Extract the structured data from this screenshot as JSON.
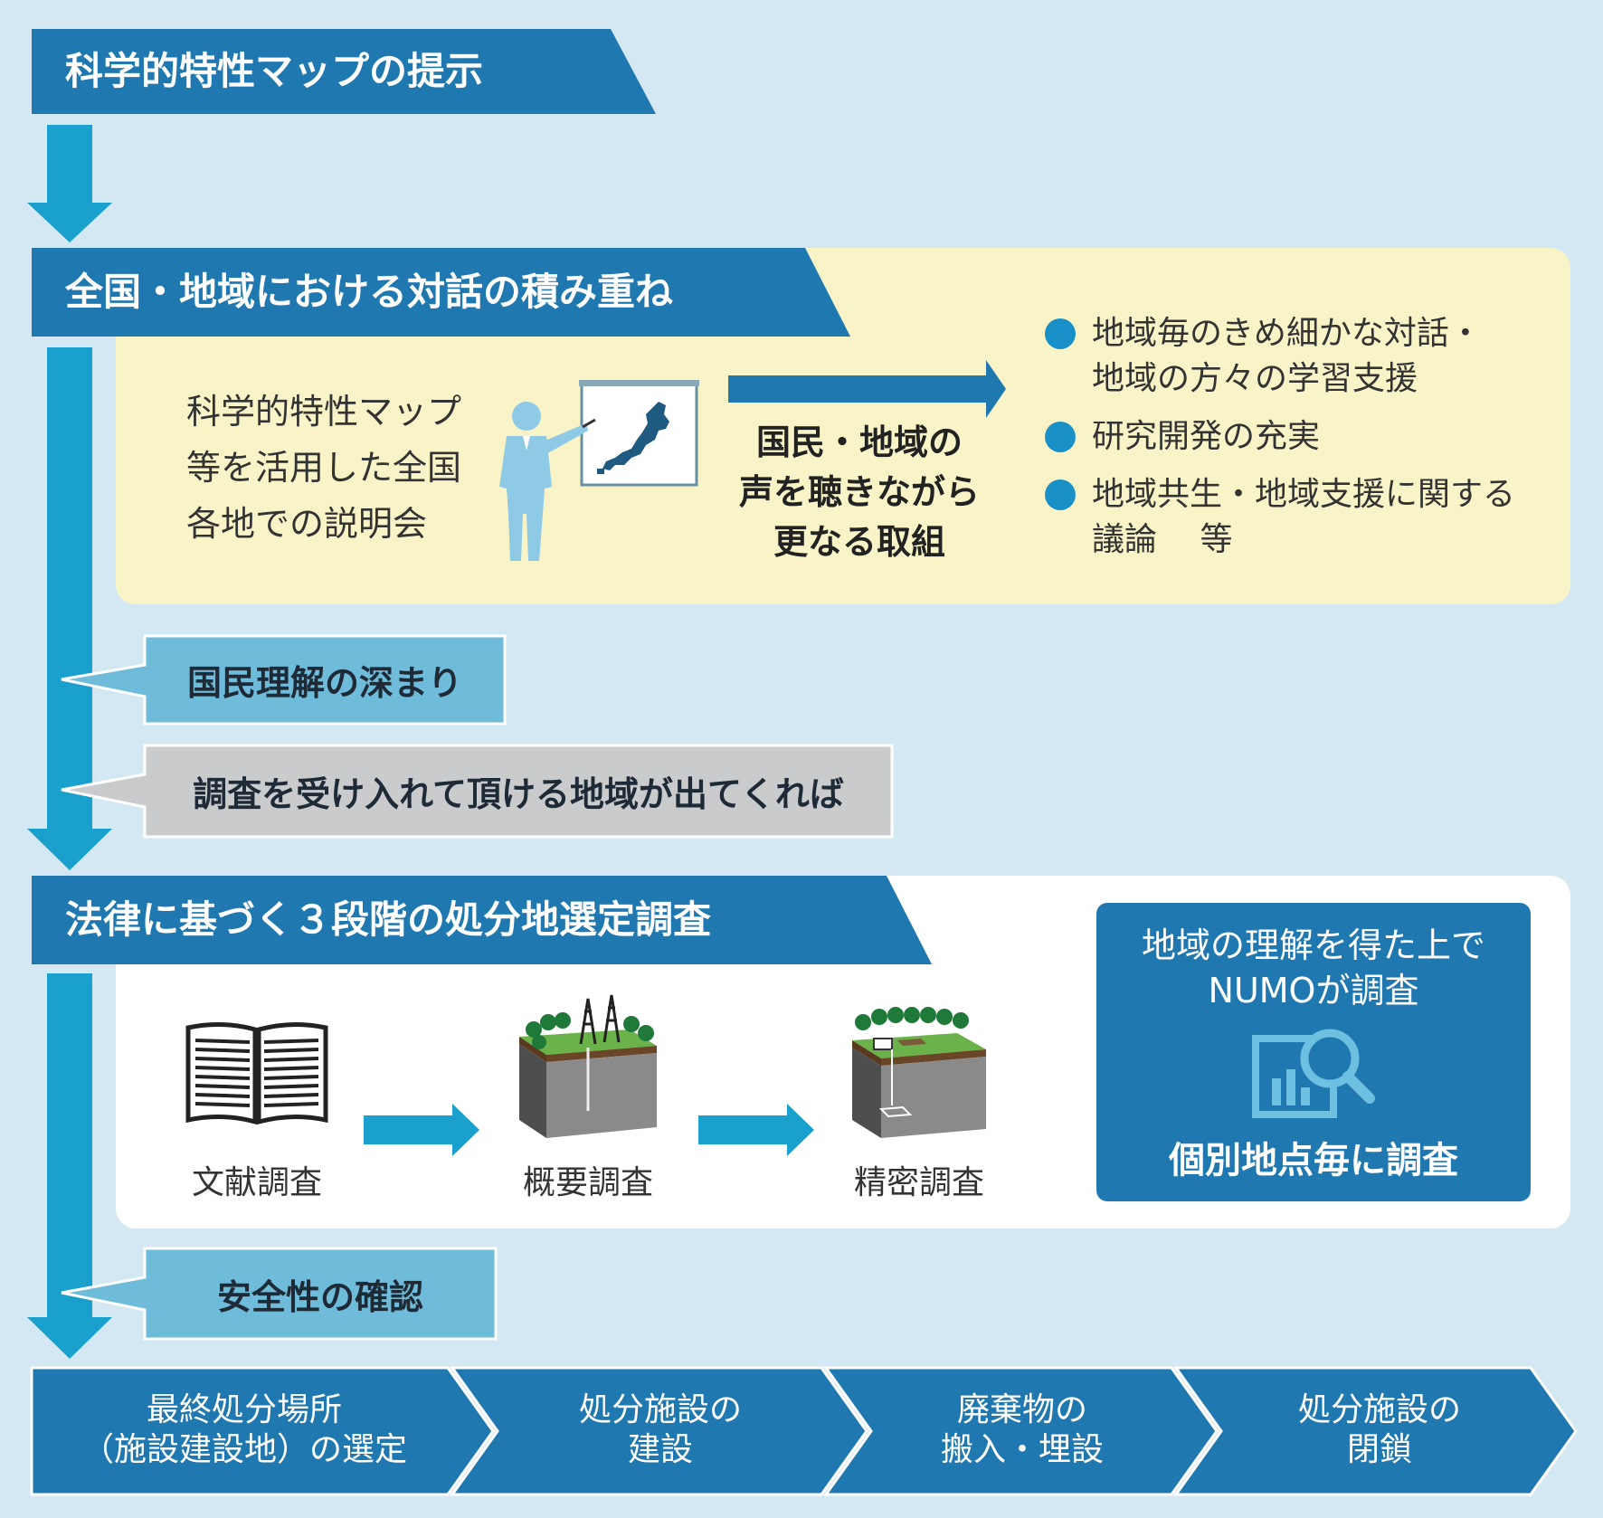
{
  "colors": {
    "background": "#d3e8f2",
    "header_blue": "#1f78b0",
    "flow_arrow": "#1aa0cc",
    "yellow_panel": "#f8f4c8",
    "callout_blue": "#6ebbda",
    "callout_gray": "#c9cbcc",
    "bullet_blue": "#1a90c8"
  },
  "step1": {
    "title": "科学的特性マップの提示"
  },
  "step2": {
    "title": "全国・地域における対話の積み重ね",
    "left_lines": [
      "科学的特性マップ",
      "等を活用した全国",
      "各地での説明会"
    ],
    "presenter_icon": "presenter-with-japan-map-icon",
    "center_lines": [
      "国民・地域の",
      "声を聴きながら",
      "更なる取組"
    ],
    "bullets": [
      {
        "lines": [
          "地域毎のきめ細かな対話・",
          "地域の方々の学習支援"
        ]
      },
      {
        "lines": [
          "研究開発の充実"
        ]
      },
      {
        "lines": [
          "地域共生・地域支援に関する",
          "議論　 等"
        ]
      }
    ]
  },
  "callouts": {
    "understanding": "国民理解の深まり",
    "acceptance": "調査を受け入れて頂ける地域が出てくれば",
    "safety": "安全性の確認"
  },
  "step3": {
    "title": "法律に基づく３段階の処分地選定調査",
    "stages": [
      {
        "label": "文献調査",
        "icon": "open-book-icon"
      },
      {
        "label": "概要調査",
        "icon": "ground-survey-towers-icon"
      },
      {
        "label": "精密調査",
        "icon": "ground-detailed-survey-icon"
      }
    ],
    "numo_box": {
      "top_lines": [
        "地域の理解を得た上で",
        "NUMOが調査"
      ],
      "icon": "magnifier-chart-icon",
      "bottom": "個別地点毎に調査"
    }
  },
  "final_steps": [
    {
      "lines": [
        "最終処分場所",
        "（施設建設地）の選定"
      ]
    },
    {
      "lines": [
        "処分施設の",
        "建設"
      ]
    },
    {
      "lines": [
        "廃棄物の",
        "搬入・埋設"
      ]
    },
    {
      "lines": [
        "処分施設の",
        "閉鎖"
      ]
    }
  ]
}
